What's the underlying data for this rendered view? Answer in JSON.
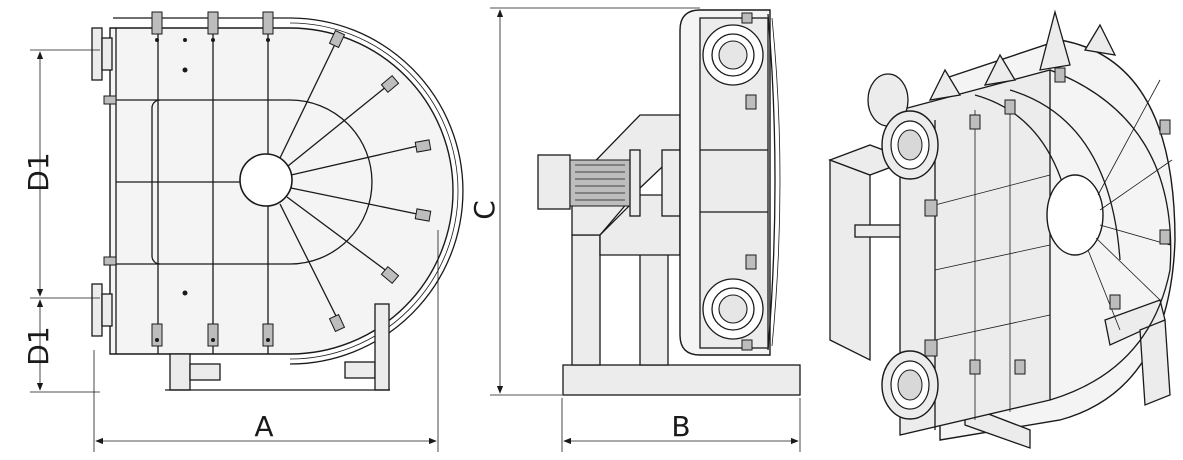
{
  "dimensions": {
    "d1_upper": "D1",
    "d1_lower": "D1",
    "a": "A",
    "b": "B",
    "c": "C"
  },
  "views": [
    {
      "label_icon": "front-view"
    },
    {
      "label_icon": "side-view"
    },
    {
      "label_icon": "isometric-view"
    }
  ],
  "colors": {
    "line": "#1a1a1a",
    "background": "#ffffff"
  }
}
